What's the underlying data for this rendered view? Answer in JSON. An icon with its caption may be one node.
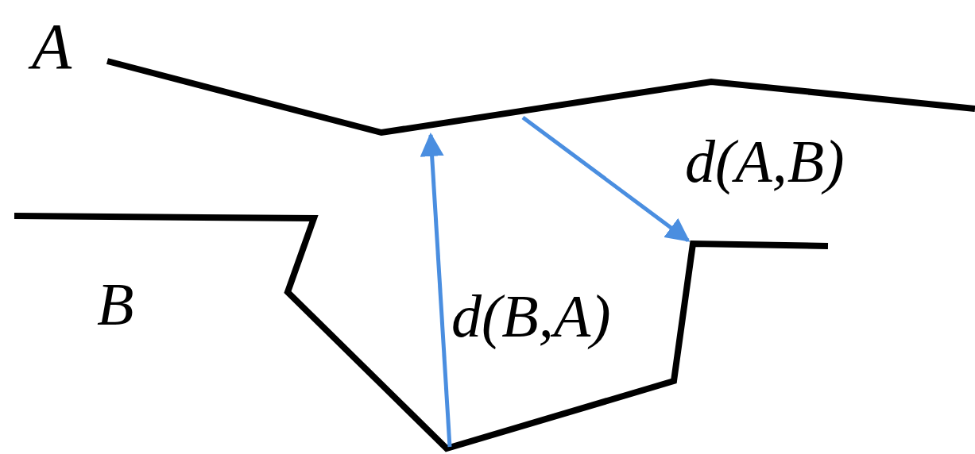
{
  "diagram": {
    "labels": [
      "A",
      "d(A,B)",
      "B",
      "d(B,A)"
    ]
  }
}
